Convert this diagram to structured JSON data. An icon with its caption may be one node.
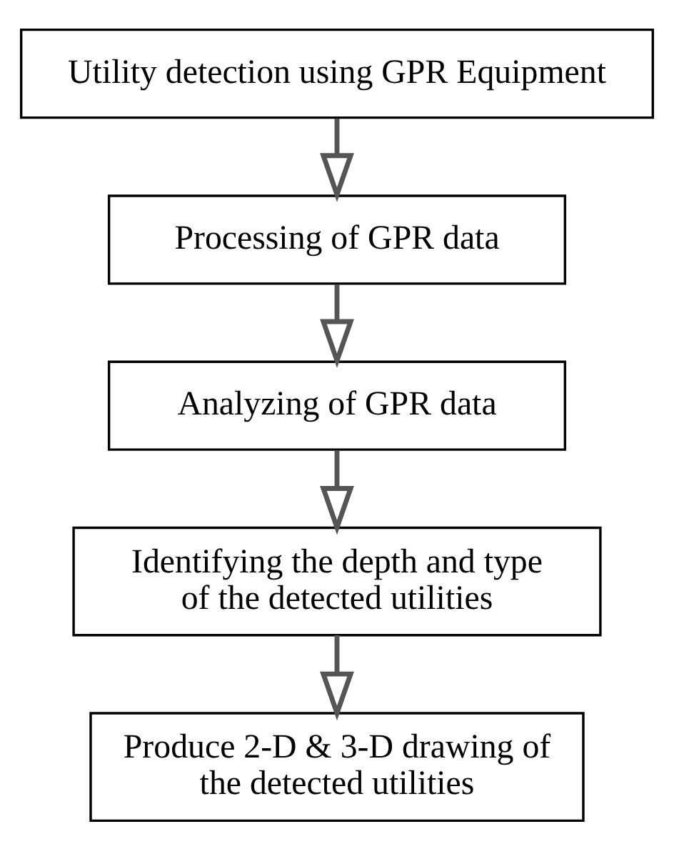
{
  "diagram": {
    "nodes": [
      {
        "text": [
          "Utility detection using GPR Equipment"
        ]
      },
      {
        "text": [
          "Processing of GPR data"
        ]
      },
      {
        "text": [
          "Analyzing of GPR data"
        ]
      },
      {
        "text": [
          "Identifying the depth and type of the detected utilities"
        ]
      },
      {
        "text": [
          "Produce 2-D & 3-D drawing of the detected utilities"
        ]
      }
    ],
    "edges": [
      {
        "from": 0,
        "to": 1,
        "arrow": "to"
      },
      {
        "from": 1,
        "to": 2,
        "arrow": "to"
      },
      {
        "from": 2,
        "to": 3,
        "arrow": "to"
      },
      {
        "from": 3,
        "to": 4,
        "arrow": "to"
      }
    ]
  }
}
